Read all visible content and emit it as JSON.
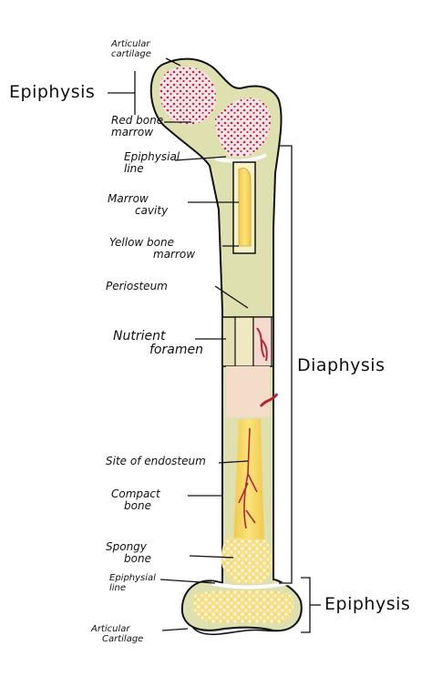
{
  "labels": {
    "articular_cartilage_top": [
      "Articular",
      "cartilage"
    ],
    "epiphysis_top": "Epiphysis",
    "red_bone_marrow": [
      "Red bone",
      "marrow"
    ],
    "epiphysial_line_top": [
      "Epiphysial",
      "line"
    ],
    "marrow_cavity": [
      "Marrow",
      "cavity"
    ],
    "yellow_bone_marrow": [
      "Yellow bone",
      "marrow"
    ],
    "periosteum": "Periosteum",
    "nutrient_foramen": [
      "Nutrient",
      "foramen"
    ],
    "diaphysis": "Diaphysis",
    "site_of_endosteum": "Site of endosteum",
    "compact_bone": [
      "Compact",
      "bone"
    ],
    "spongy_bone": [
      "Spongy",
      "bone"
    ],
    "epiphysial_line_bottom": [
      "Epiphysial",
      "line"
    ],
    "epiphysis_bottom": "Epiphysis",
    "articular_cartilage_bottom": [
      "Articular",
      "Cartilage"
    ]
  },
  "colors": {
    "bone": "#dfe0b0",
    "bone_outline": "#111111",
    "red_marrow": "#c0283c",
    "yellow_marrow": "#f3d24e",
    "spongy": "#f6e08a",
    "cartilage": "#eeeeee",
    "periosteum_cut": "#f3ddc9",
    "vessel": "#b3263a"
  }
}
